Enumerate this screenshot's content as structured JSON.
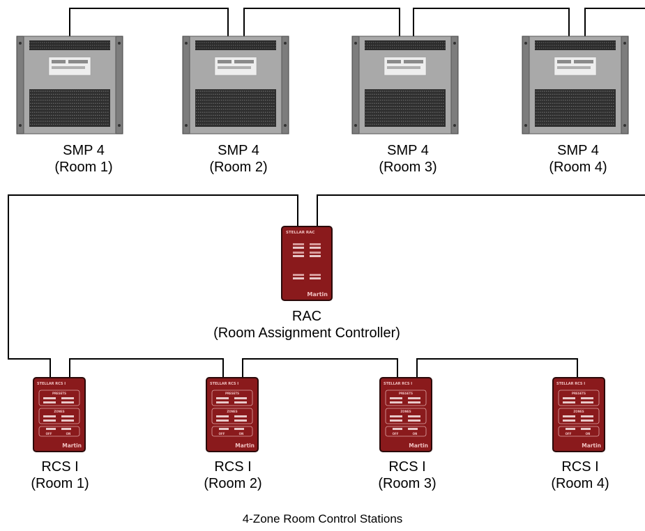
{
  "amplifiers": [
    {
      "model": "SMP 4",
      "room": "(Room 1)"
    },
    {
      "model": "SMP 4",
      "room": "(Room 2)"
    },
    {
      "model": "SMP 4",
      "room": "(Room 3)"
    },
    {
      "model": "SMP 4",
      "room": "(Room 4)"
    }
  ],
  "rac": {
    "name": "RAC",
    "description": "(Room Assignment Controller)",
    "panel_title": "STELLAR RAC",
    "brand": "Martin"
  },
  "stations": [
    {
      "model": "RCS I",
      "room": "(Room 1)"
    },
    {
      "model": "RCS I",
      "room": "(Room 2)"
    },
    {
      "model": "RCS I",
      "room": "(Room 3)"
    },
    {
      "model": "RCS I",
      "room": "(Room 4)"
    }
  ],
  "station_panel": {
    "title": "STELLAR RCS I",
    "presets_label": "PRESETS",
    "zones_label": "ZONES",
    "off_label": "OFF",
    "on_label": "ON",
    "brand": "Martin"
  },
  "footer": "4-Zone Room Control Stations",
  "colors": {
    "amp_body": "#a9a9a9",
    "amp_flange": "#7d7d7d",
    "controller_body": "#8a1a1c",
    "controller_border": "#2a0a0a",
    "wire": "#000000"
  }
}
